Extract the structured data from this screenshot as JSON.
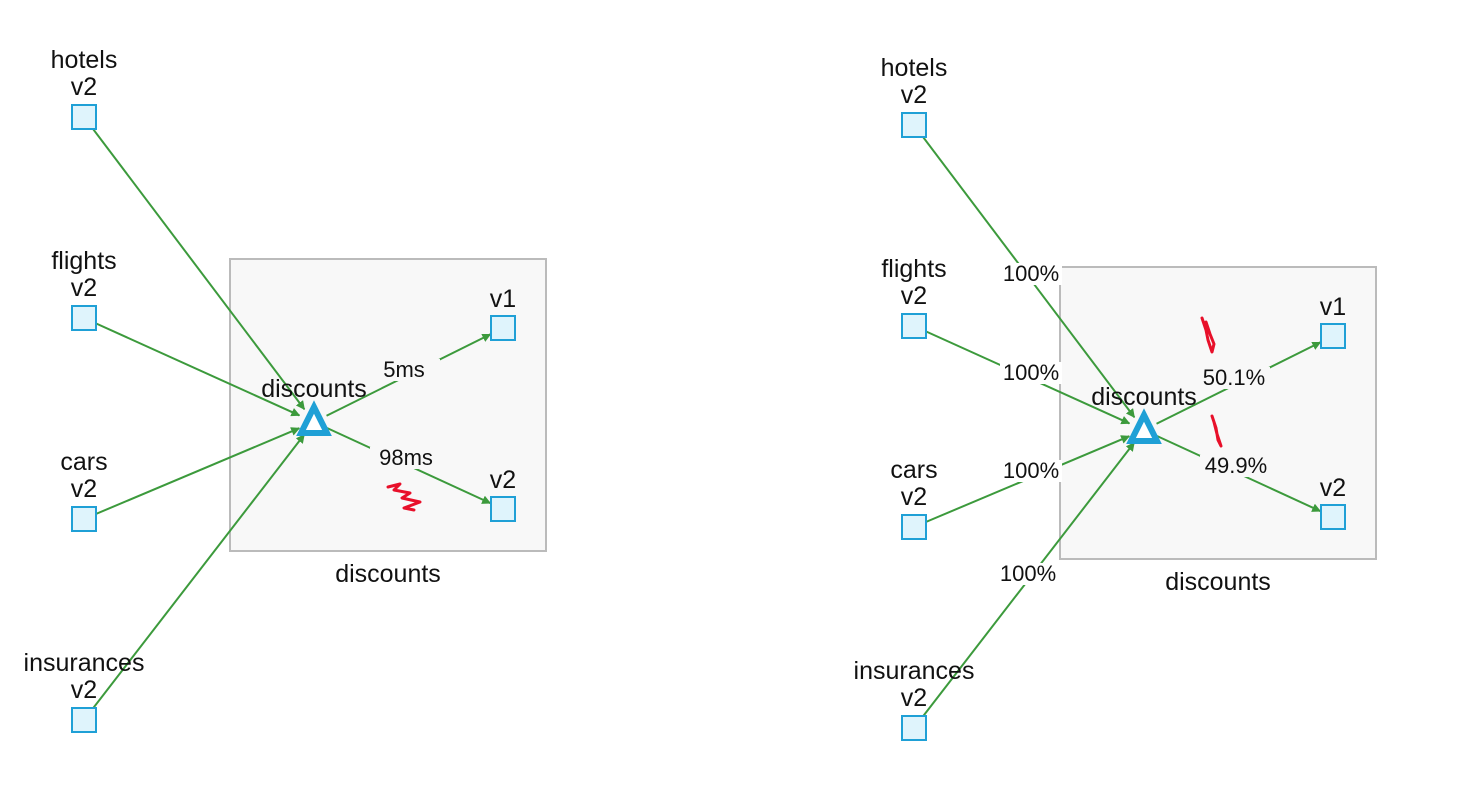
{
  "graphs": [
    {
      "id": "left",
      "group_label": "discounts",
      "hub_label": "discounts",
      "sources": [
        {
          "name": "hotels",
          "version": "v2"
        },
        {
          "name": "flights",
          "version": "v2"
        },
        {
          "name": "cars",
          "version": "v2"
        },
        {
          "name": "insurances",
          "version": "v2"
        }
      ],
      "source_edge_labels": [
        "",
        "",
        "",
        ""
      ],
      "targets": [
        {
          "version": "v1",
          "edge_label": "5ms"
        },
        {
          "version": "v2",
          "edge_label": "98ms"
        }
      ]
    },
    {
      "id": "right",
      "group_label": "discounts",
      "hub_label": "discounts",
      "sources": [
        {
          "name": "hotels",
          "version": "v2"
        },
        {
          "name": "flights",
          "version": "v2"
        },
        {
          "name": "cars",
          "version": "v2"
        },
        {
          "name": "insurances",
          "version": "v2"
        }
      ],
      "source_edge_labels": [
        "100%",
        "100%",
        "100%",
        "100%"
      ],
      "targets": [
        {
          "version": "v1",
          "edge_label": "50.1%"
        },
        {
          "version": "v2",
          "edge_label": "49.9%"
        }
      ]
    }
  ],
  "colors": {
    "edge": "#3c9a3c",
    "node_fill": "#dff4fc",
    "node_stroke": "#1fa0d6",
    "group_fill": "#f8f8f8",
    "group_stroke": "#bbbbbb",
    "annotation": "#e8102a"
  }
}
